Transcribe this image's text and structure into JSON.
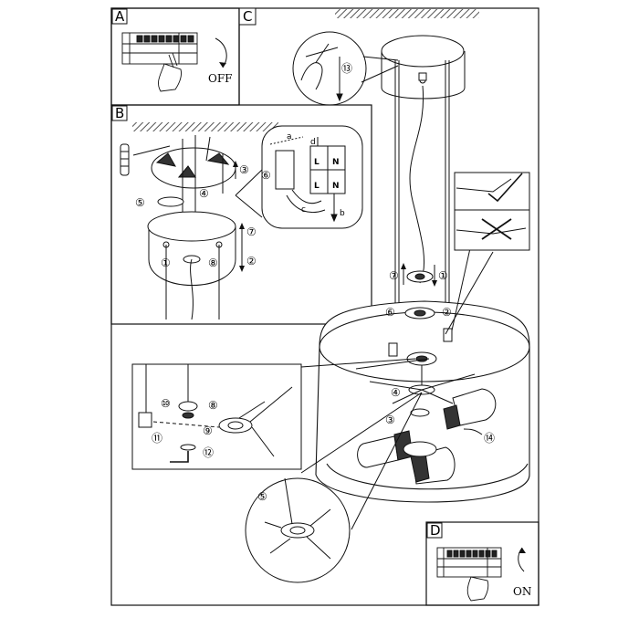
{
  "panels": {
    "a": "A",
    "b": "B",
    "c": "C",
    "d": "D"
  },
  "switch_labels": {
    "off": "OFF",
    "on": "ON"
  },
  "step_labels": {
    "s1": "①",
    "s2": "②",
    "s3": "③",
    "s4": "④",
    "s5": "⑤",
    "s6": "⑥",
    "s7": "⑦",
    "s8": "⑧",
    "s9": "⑨",
    "s10": "⑩",
    "s11": "⑪",
    "s12": "⑫",
    "s13": "⑬",
    "s14": "⑭"
  },
  "terminal_labels": {
    "l": "L",
    "n": "N"
  },
  "wire_labels": {
    "a": "a",
    "b": "b",
    "c": "c",
    "d": "d"
  },
  "colors": {
    "line": "#111111",
    "hatch": "#555555",
    "paper": "#ffffff"
  }
}
